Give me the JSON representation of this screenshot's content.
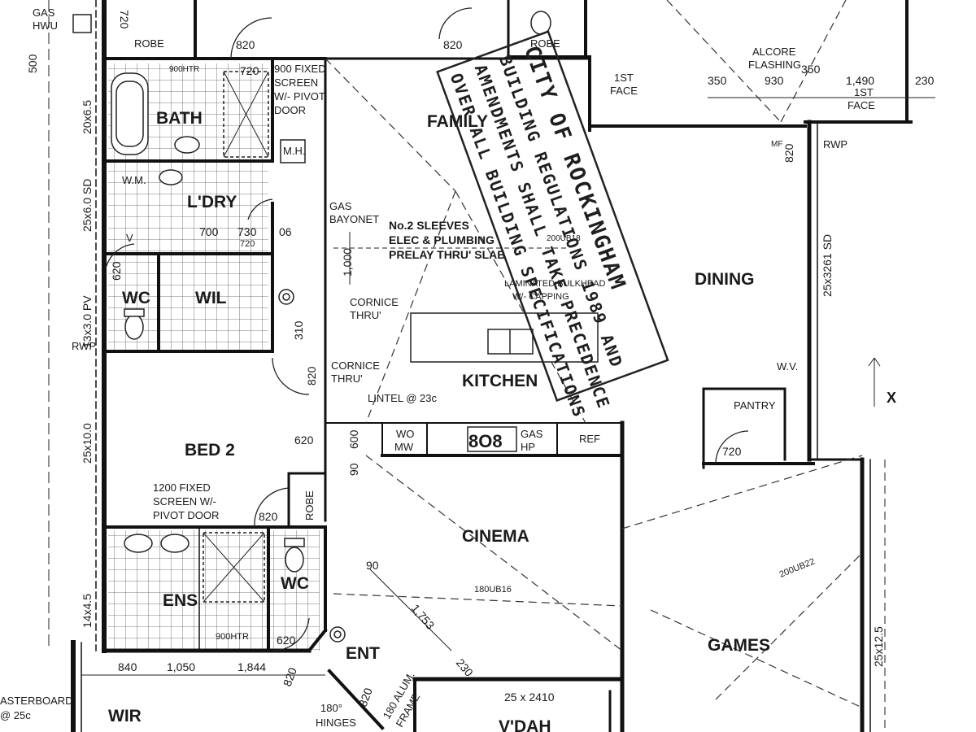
{
  "rooms": {
    "robe_top": "ROBE",
    "robe_top2": "ROBE",
    "bath": "BATH",
    "family": "FAMILY",
    "dining": "DINING",
    "ldry": "L'DRY",
    "wc": "WC",
    "wil": "WIL",
    "kitchen": "KITCHEN",
    "pantry": "PANTRY",
    "bed2": "BED 2",
    "robe_bed2": "ROBE",
    "cinema": "CINEMA",
    "ens": "ENS",
    "wc2": "WC",
    "games": "GAMES",
    "ent": "ENT",
    "wir": "WIR",
    "vdah": "V'DAH"
  },
  "notes": {
    "gas_hwu_1": "GAS",
    "gas_hwu_2": "HWU",
    "fixed_screen_1": "900 FIXED",
    "fixed_screen_2": "SCREEN",
    "fixed_screen_3": "W/- PIVOT",
    "fixed_screen_4": "DOOR",
    "mh": "M.H.",
    "wm": "W.M.",
    "v": "V",
    "gas_bayonet_1": "GAS",
    "gas_bayonet_2": "BAYONET",
    "sleeves_1": "No.2 SLEEVES",
    "sleeves_2": "ELEC & PLUMBING",
    "sleeves_3": "PRELAY THRU' SLAB",
    "laminated_1": "LAMINATED BULKHEAD",
    "laminated_2": "W/- CAPPING",
    "cornice1_1": "CORNICE",
    "cornice1_2": "THRU'",
    "cornice2_1": "CORNICE",
    "cornice2_2": "THRU'",
    "lintel": "LINTEL @ 23c",
    "wo": "WO",
    "mw": "MW",
    "gas_hp_1": "GAS",
    "gas_hp_2": "HP",
    "ref": "REF",
    "wv": "W.V.",
    "alcore_1": "ALCORE",
    "alcore_2": "FLASHING",
    "first_face_1a": "1ST",
    "first_face_1b": "FACE",
    "first_face_2a": "1ST",
    "first_face_2b": "FACE",
    "rwp_1": "RWP",
    "rwp_2": "RWP",
    "mf": "MF",
    "x_axis": "X",
    "fixed_screen2_1": "1200 FIXED",
    "fixed_screen2_2": "SCREEN W/-",
    "fixed_screen2_3": "PIVOT DOOR",
    "beam1": "180UB16",
    "beam2": "200UB22",
    "beam3": "200UB18",
    "plasterboard_1": "ASTERBOARD",
    "plasterboard_2": "@ 25c",
    "alum_1": "180 ALUM.",
    "alum_2": "FRAME",
    "hinges_1": "180°",
    "hinges_2": "HINGES"
  },
  "dims": {
    "d500": "500",
    "d720a": "720",
    "d820a": "820",
    "d820b": "820",
    "d900htr": "900HTR",
    "d720b": "720",
    "d20x65": "20x6.5",
    "d25x60": "25x6.0 SD",
    "d700": "700",
    "d730": "730",
    "d720c": "720",
    "d06": "06",
    "d1000": "1,000",
    "d620a": "620",
    "d310": "310",
    "d820c": "820",
    "d13x30": "13x3.0 PV",
    "d25x100": "25x10.0",
    "d620b": "620",
    "d600": "600",
    "d90a": "90",
    "d820d": "820",
    "d720d": "720",
    "d820e": "820",
    "d14x45": "14x4.5",
    "d900tr": "900HTR",
    "d620c": "620",
    "d840": "840",
    "d1050": "1,050",
    "d1844": "1,844",
    "d820f": "820",
    "d820g": "820",
    "d90b": "90",
    "d1753": "1,753",
    "d230a": "230",
    "d25x2410": "25 x 2410",
    "d350a": "350",
    "d930": "930",
    "d350b": "350",
    "d1490": "1,490",
    "d230b": "230",
    "d25x3261": "25x3261 SD",
    "d25x125": "25x12.5",
    "d820h": "820"
  },
  "stamp": {
    "line1": "CITY OF ROCKINGHAM",
    "line2": "BUILDING REGULATIONS 1989 AND",
    "line3": "AMENDMENTS SHALL TAKE PRECEDENCE",
    "line4": "OVER ALL BUILDING SPECIFICATIONS"
  },
  "cooktop_burners": "8O8"
}
